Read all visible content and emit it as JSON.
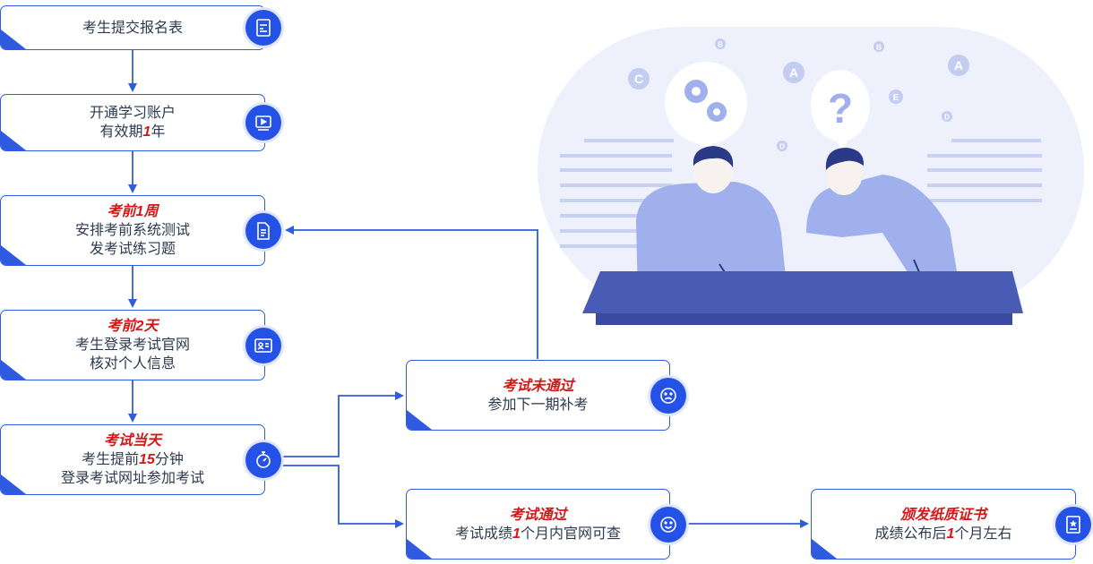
{
  "steps": {
    "submit": {
      "line1": "考生提交报名表"
    },
    "account": {
      "line1": "开通学习账户",
      "line2_pre": "有效期",
      "line2_num": "1",
      "line2_post": "年"
    },
    "week": {
      "title": "考前1周",
      "line1": "安排考前系统测试",
      "line2": "发考试练习题"
    },
    "days": {
      "title": "考前2天",
      "line1": "考生登录考试官网",
      "line2": "核对个人信息"
    },
    "examday": {
      "title": "考试当天",
      "line1_pre": "考生提前",
      "line1_num": "15",
      "line1_post": "分钟",
      "line2": "登录考试网址参加考试"
    },
    "fail": {
      "title": "考试未通过",
      "line1": "参加下一期补考"
    },
    "pass": {
      "title": "考试通过",
      "line1_pre": "考试成绩",
      "line1_num": "1",
      "line1_post": "个月内官网可查"
    },
    "cert": {
      "title": "颁发纸质证书",
      "line1_pre": "成绩公布后",
      "line1_num": "1",
      "line1_post": "个月左右"
    }
  },
  "icons": {
    "submit": "form-icon",
    "account": "video-icon",
    "week": "document-icon",
    "days": "id-card-icon",
    "examday": "stopwatch-icon",
    "fail": "sad-face-icon",
    "pass": "smile-face-icon",
    "cert": "certificate-icon"
  },
  "illustration": {
    "letters": [
      "B",
      "C",
      "A",
      "B",
      "A",
      "E",
      "D",
      "D"
    ],
    "question_mark": "?"
  },
  "colors": {
    "accent": "#2452e6",
    "border": "#2f5be0",
    "highlight": "#d41818",
    "text": "#2d3a4f",
    "illustration_blob": "#eef0fb",
    "person": "#9fb0ec",
    "desk": "#4a5bb5"
  }
}
